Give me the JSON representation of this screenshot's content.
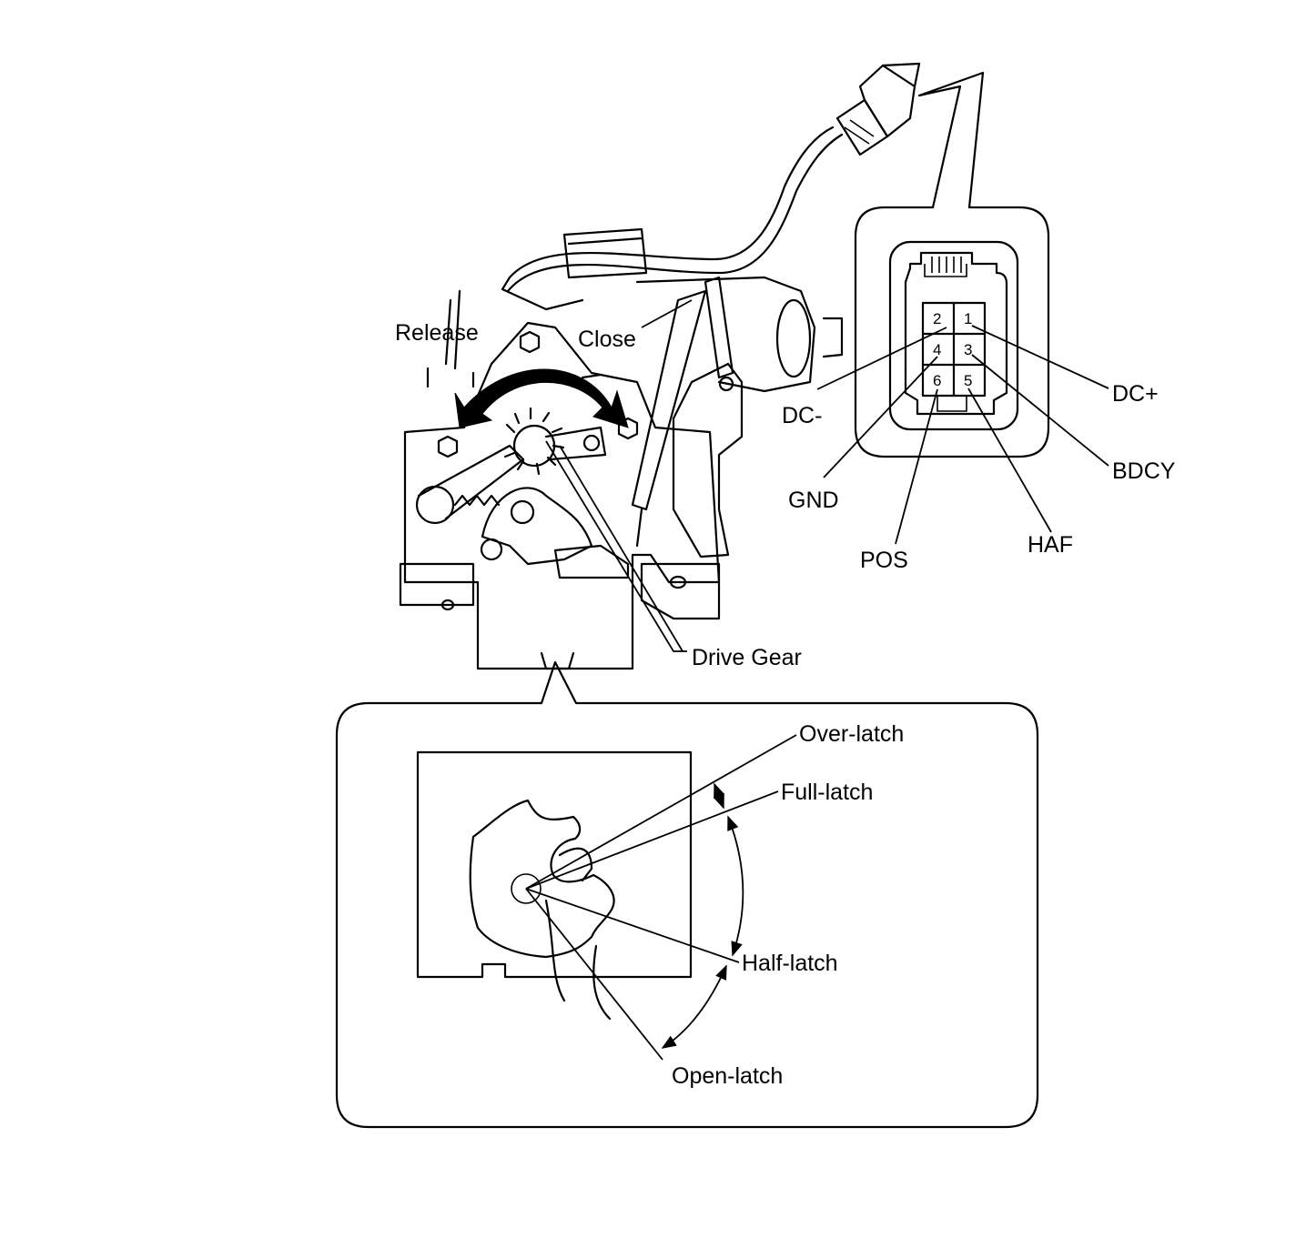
{
  "labels": {
    "release": "Release",
    "close": "Close",
    "drive_gear": "Drive Gear",
    "dc_plus": "DC+",
    "dc_minus": "DC-",
    "gnd": "GND",
    "bdcy": "BDCY",
    "pos": "POS",
    "haf": "HAF",
    "over_latch": "Over-latch",
    "full_latch": "Full-latch",
    "half_latch": "Half-latch",
    "open_latch": "Open-latch"
  },
  "connector_pins": [
    {
      "number": "1",
      "signal": "DC+"
    },
    {
      "number": "2",
      "signal": "DC-"
    },
    {
      "number": "3",
      "signal": "BDCY"
    },
    {
      "number": "4",
      "signal": "GND"
    },
    {
      "number": "5",
      "signal": "HAF"
    },
    {
      "number": "6",
      "signal": "POS"
    }
  ],
  "colors": {
    "line": "#000000",
    "arrow": "#000000",
    "background": "#ffffff"
  }
}
